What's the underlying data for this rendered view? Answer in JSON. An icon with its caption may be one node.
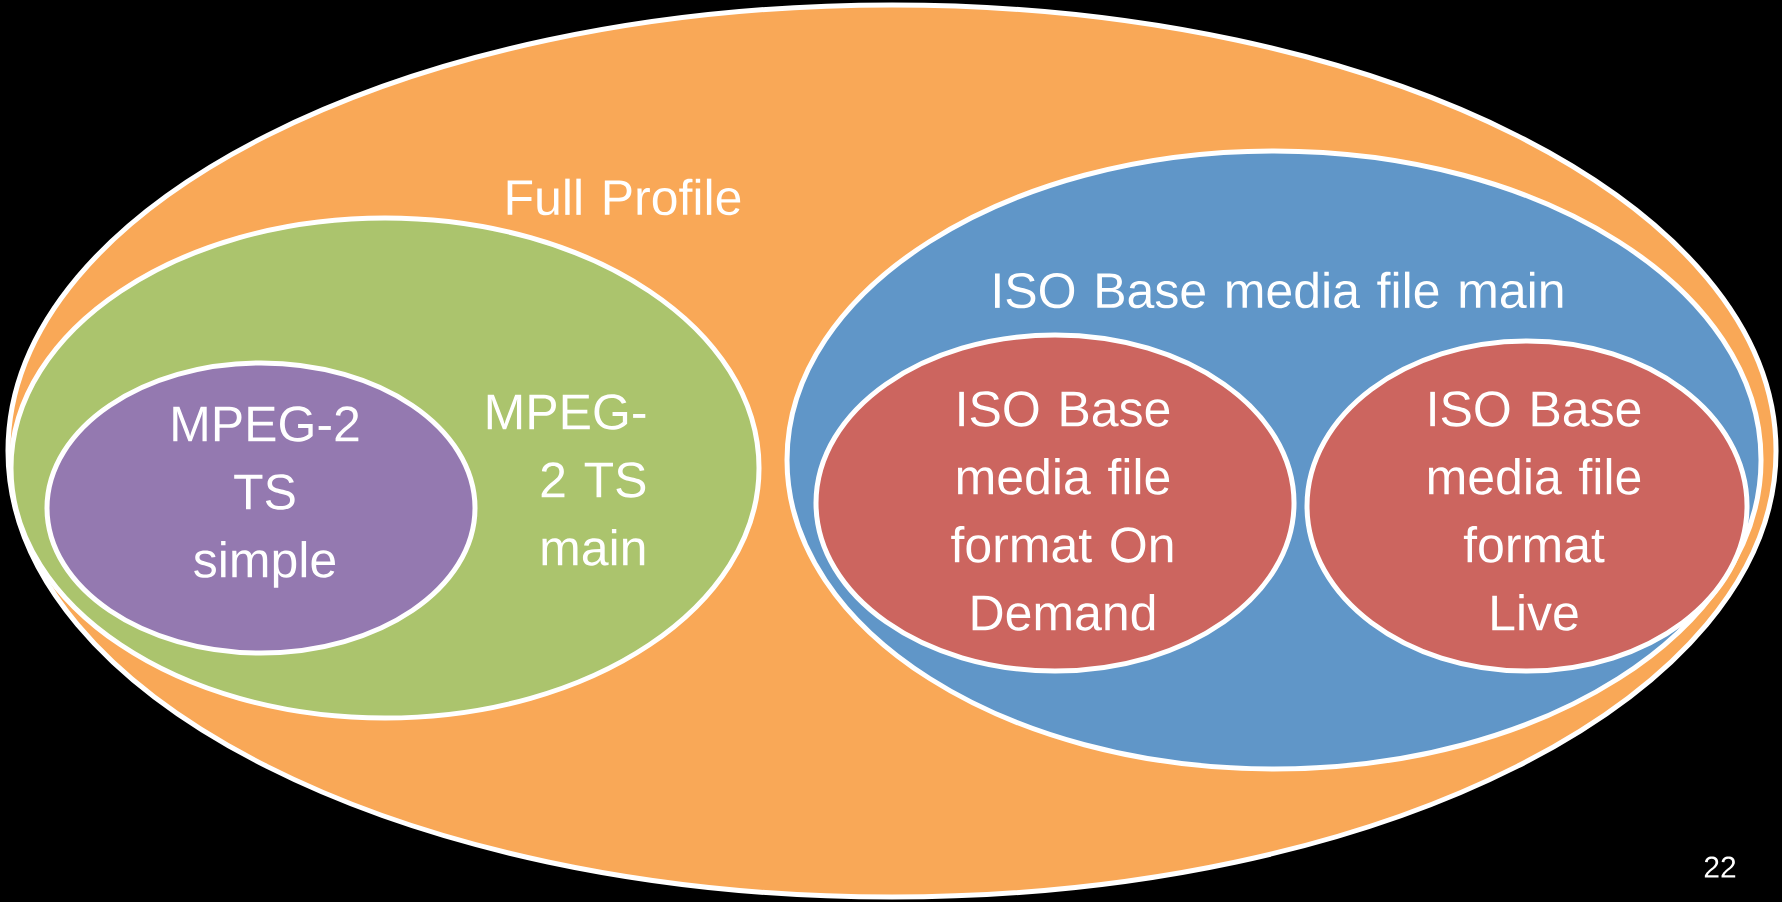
{
  "diagram": {
    "nodes": [
      {
        "text": [
          "Full Profile"
        ]
      },
      {
        "text": [
          "MPEG-2 TS main"
        ],
        "in": 0
      },
      {
        "text": [
          "MPEG-2 TS simple"
        ],
        "in": 1
      },
      {
        "text": [
          "ISO Base media file main"
        ],
        "in": 0
      },
      {
        "text": [
          "ISO Base media file format On Demand"
        ],
        "in": 3
      },
      {
        "text": [
          "ISO Base media file format Live"
        ],
        "in": 3
      }
    ],
    "labels": [
      "22"
    ]
  }
}
